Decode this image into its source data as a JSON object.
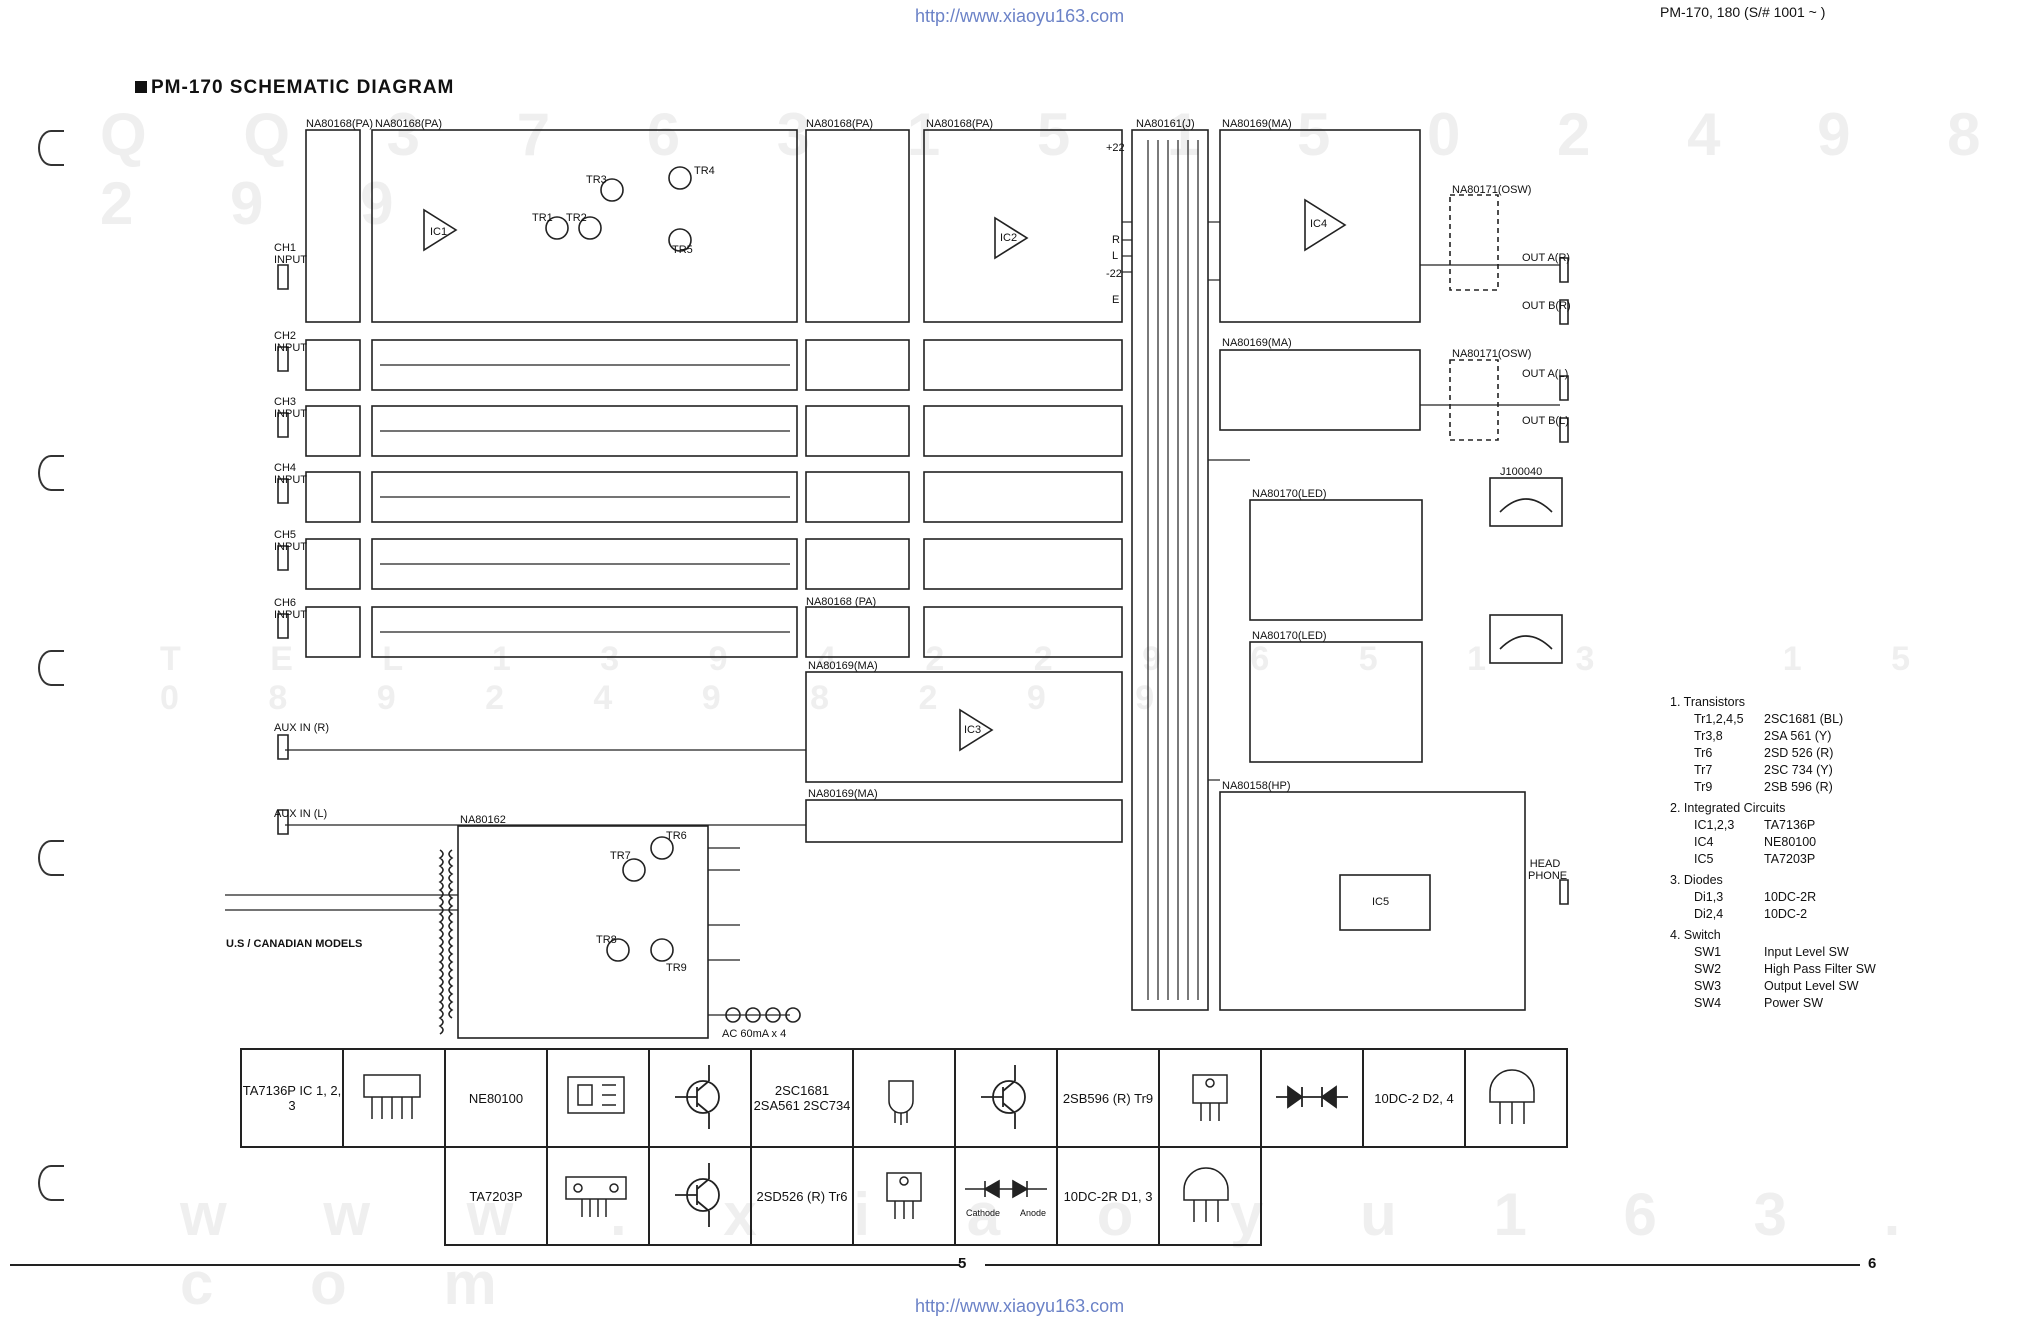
{
  "header": {
    "url_top": "http://www.xiaoyu163.com",
    "url_bottom": "http://www.xiaoyu163.com",
    "corner_ref": "PM-170, 180 (S/# 1001 ~ )",
    "title": "PM-170 SCHEMATIC DIAGRAM"
  },
  "page_numbers": {
    "left": "5",
    "right": "6"
  },
  "blocks": {
    "pa_in": "NA80168(PA)",
    "pa_main": "NA80168(PA)",
    "pa_sw": "NA80168(PA)",
    "pa_out": "NA80168(PA)",
    "j": "NA80161(J)",
    "ma": "NA80169(MA)",
    "osw": "NA80171(OSW)",
    "led": "NA80170(LED)",
    "hp": "NA80158(HP)",
    "power": "NA80162",
    "ch6_pa": "NA80168 (PA)"
  },
  "inputs": [
    "CH1 INPUT",
    "CH2 INPUT",
    "CH3 INPUT",
    "CH4 INPUT",
    "CH5 INPUT",
    "CH6 INPUT"
  ],
  "aux": {
    "right": "AUX IN (R)",
    "left": "AUX IN (L)"
  },
  "outputs": [
    "OUT A(R)",
    "OUT B(R)",
    "OUT A(L)",
    "OUT B(L)"
  ],
  "head_phone": "HEAD PHONE",
  "meter": "J100040",
  "power_label": "U.S / CANADIAN MODELS",
  "ac_label": "AC 60mA x 4",
  "ics": [
    "IC1",
    "IC2",
    "IC3",
    "IC4",
    "IC5"
  ],
  "transistor_labels": [
    "TR1",
    "TR2",
    "TR3",
    "TR4",
    "TR5",
    "TR6",
    "TR7",
    "TR8",
    "TR9"
  ],
  "bus_labels": [
    "+22",
    "R",
    "L",
    "-22",
    "E"
  ],
  "legend": [
    {
      "heading": "1. Transistors",
      "rows": [
        [
          "Tr1,2,4,5",
          "2SC1681 (BL)"
        ],
        [
          "Tr3,8",
          "2SA 561 (Y)"
        ],
        [
          "Tr6",
          "2SD 526 (R)"
        ],
        [
          "Tr7",
          "2SC 734 (Y)"
        ],
        [
          "Tr9",
          "2SB 596 (R)"
        ]
      ]
    },
    {
      "heading": "2. Integrated Circuits",
      "rows": [
        [
          "IC1,2,3",
          "TA7136P"
        ],
        [
          "IC4",
          "NE80100"
        ],
        [
          "IC5",
          "TA7203P"
        ]
      ]
    },
    {
      "heading": "3. Diodes",
      "rows": [
        [
          "Di1,3",
          "10DC-2R"
        ],
        [
          "Di2,4",
          "10DC-2"
        ]
      ]
    },
    {
      "heading": "4. Switch",
      "rows": [
        [
          "SW1",
          "Input Level SW"
        ],
        [
          "SW2",
          "High Pass Filter SW"
        ],
        [
          "SW3",
          "Output Level SW"
        ],
        [
          "SW4",
          "Power SW"
        ]
      ]
    }
  ],
  "parts_table": {
    "ta7136p": "TA7136P IC 1, 2, 3",
    "ne80100": "NE80100",
    "sc1681": "2SC1681 2SA561 2SC734",
    "sb596": "2SB596 (R) Tr9",
    "dc2": "10DC-2 D2, 4",
    "ta7203p": "TA7203P",
    "sd526": "2SD526 (R) Tr6",
    "dc2r": "10DC-2R D1, 3",
    "cathode": "Cathode",
    "anode": "Anode"
  }
}
